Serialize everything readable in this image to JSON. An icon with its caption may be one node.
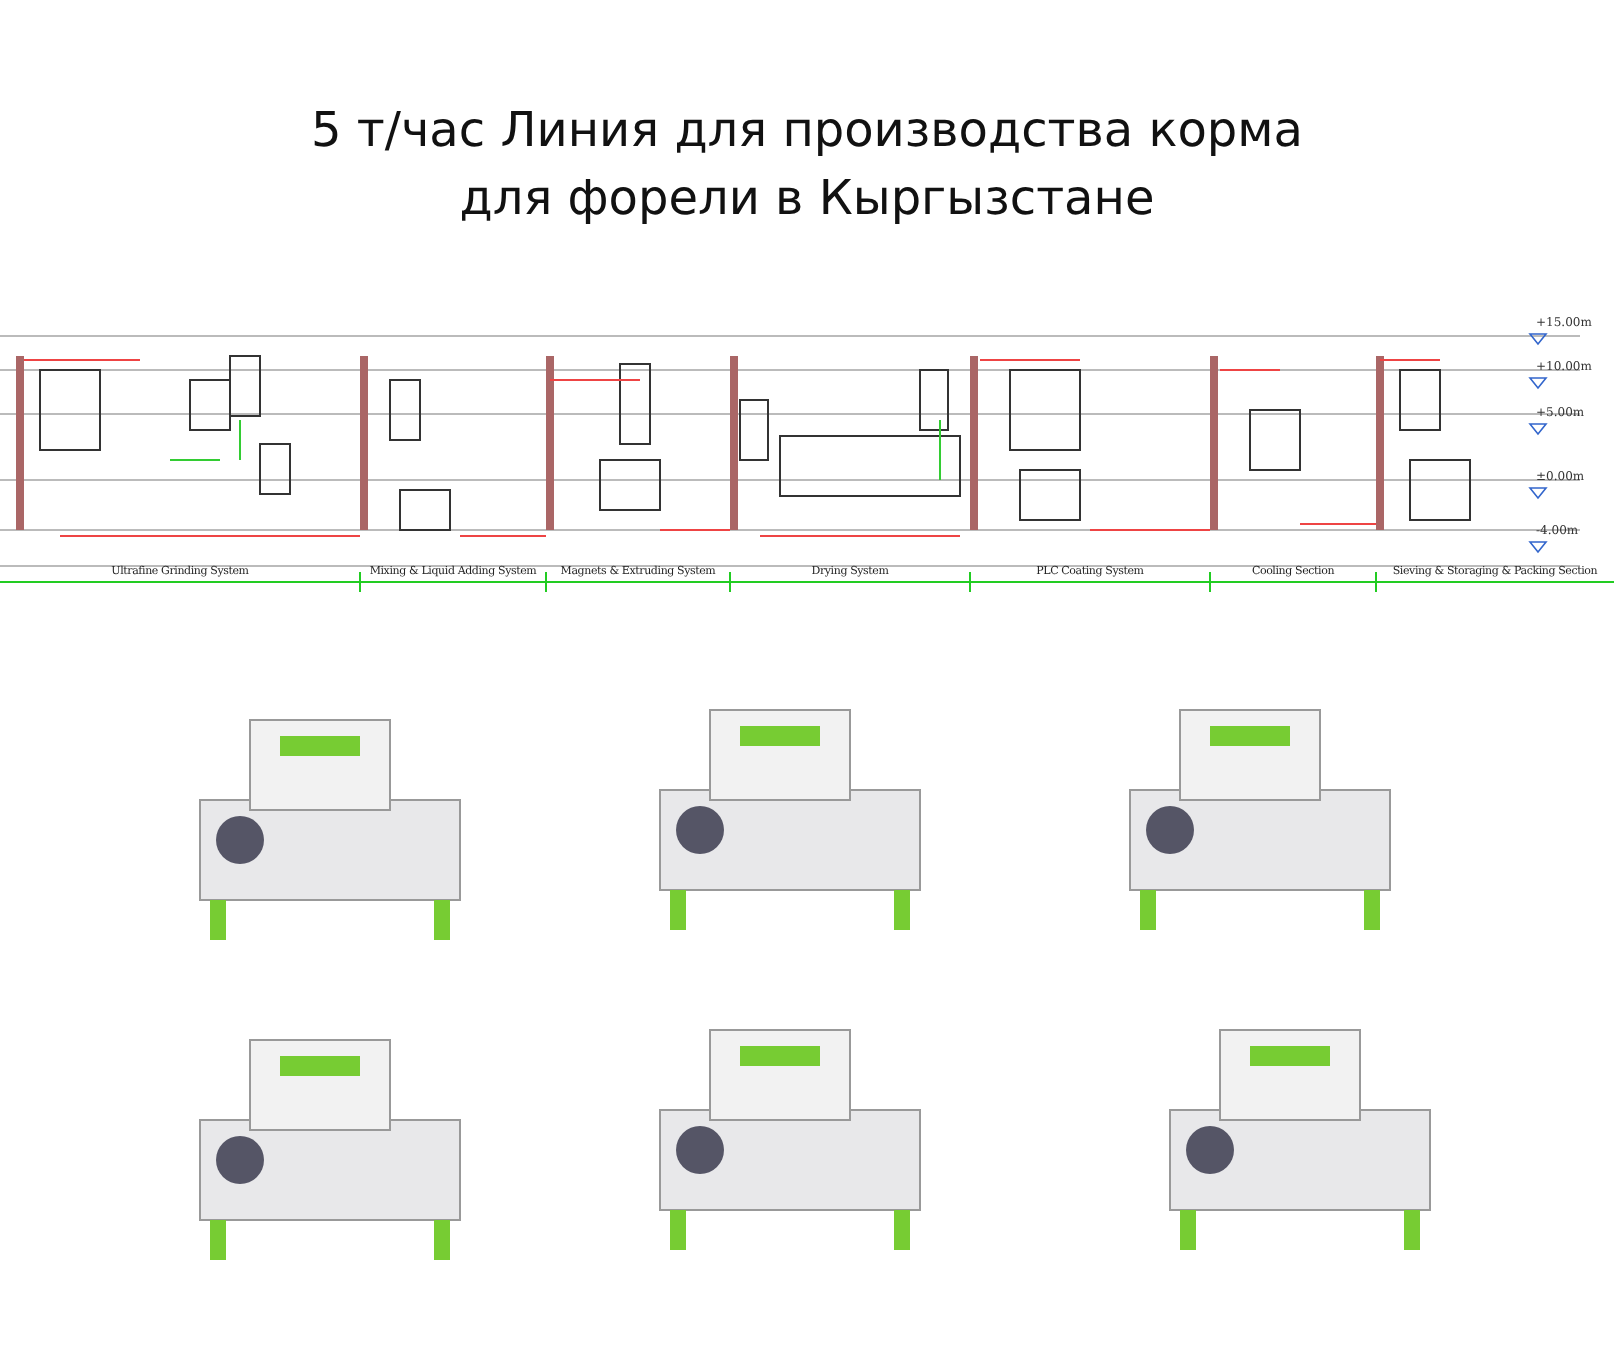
{
  "diagram": {
    "title": "5 т/час Линия для производства корма для форели в Кыргызстане",
    "labels": [
      "+15.00m",
      "+10.00m",
      "+5.00m",
      "±0.00m",
      "-4.00m",
      "Ultrafine Grinding System",
      "Mixing & Liquid Adding System",
      "Magnets & Extruding System",
      "Drying System",
      "PLC Coating System",
      "Cooling Section",
      "Sieving & Storaging & Packing Section"
    ]
  }
}
